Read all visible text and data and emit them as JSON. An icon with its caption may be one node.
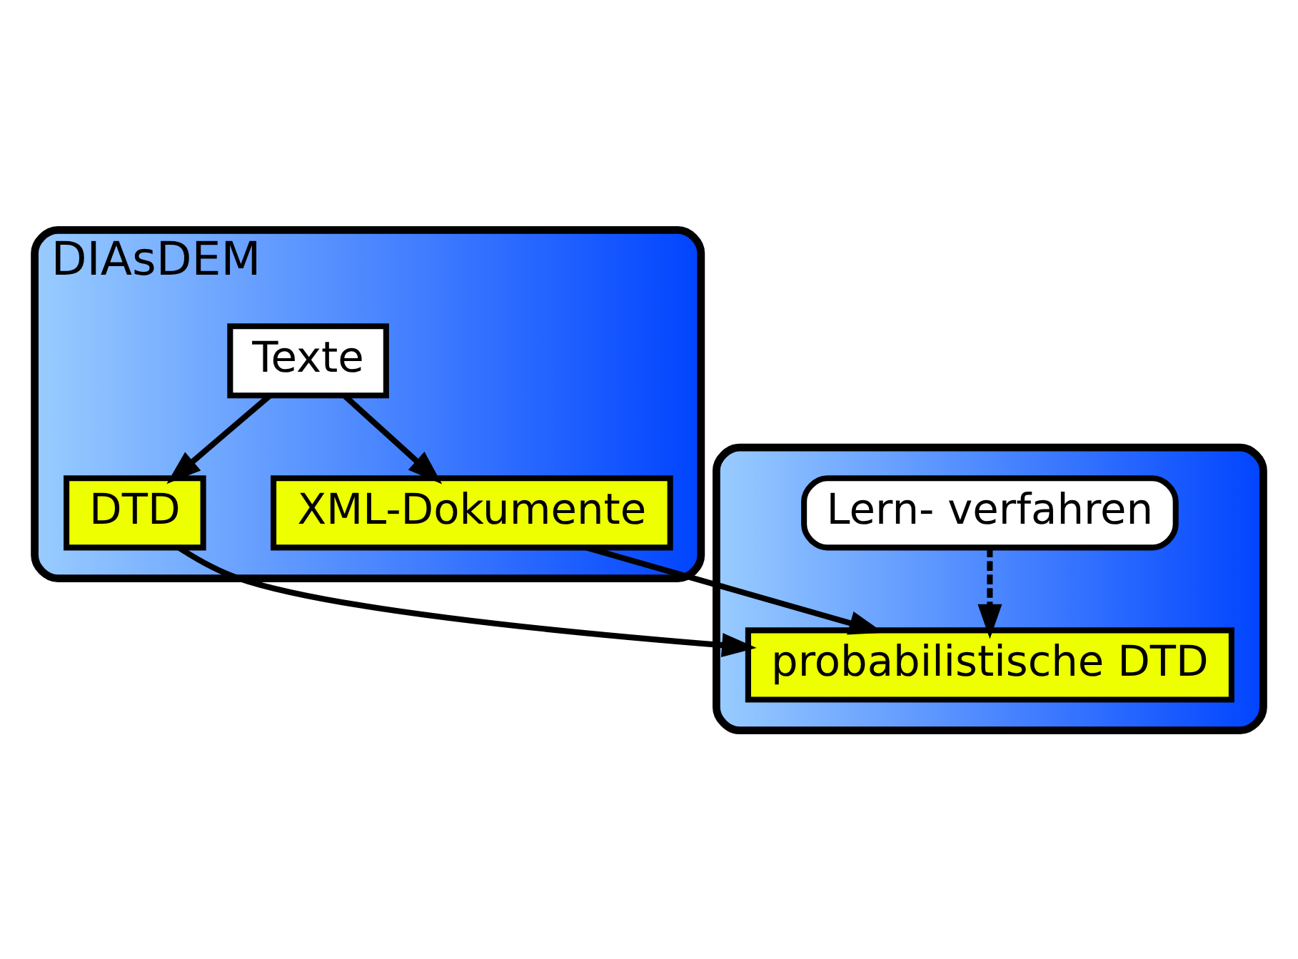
{
  "diagram": {
    "nodes": [
      {
        "text": [
          "DIAsDEM"
        ]
      },
      {
        "text": [
          "Texte"
        ],
        "in": 0
      },
      {
        "text": [
          "DTD"
        ],
        "in": 0
      },
      {
        "text": [
          "XML-Dokumente"
        ],
        "in": 0
      },
      {
        "text": [],
        "shape": "box"
      },
      {
        "text": [
          "Lern- verfahren"
        ],
        "in": 4
      },
      {
        "text": [
          "probabilistische DTD"
        ],
        "in": 4
      }
    ],
    "edges": [
      {
        "from": 1,
        "to": 2,
        "arrow": "to"
      },
      {
        "from": 1,
        "to": 3,
        "arrow": "to"
      },
      {
        "from": 2,
        "to": 6,
        "arrow": "to"
      },
      {
        "from": 3,
        "to": 6,
        "arrow": "to"
      },
      {
        "from": 5,
        "to": 6,
        "arrow": "to",
        "style": "dashed"
      }
    ]
  }
}
